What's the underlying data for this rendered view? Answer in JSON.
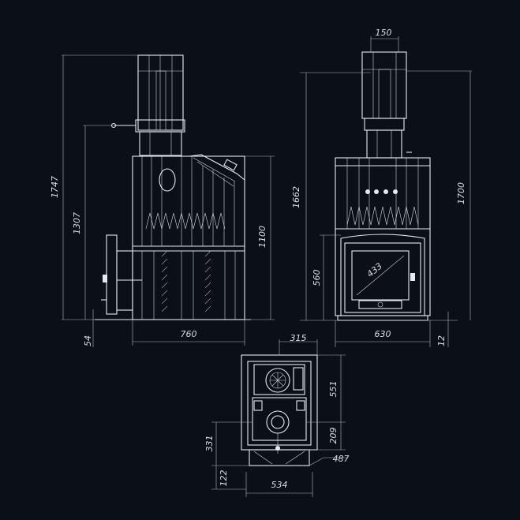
{
  "colors": {
    "background": "#0b0f17",
    "line": "#e6eaf0",
    "dimension": "#aeb6c2"
  },
  "side_view": {
    "height_total": "1747",
    "height_door": "1307",
    "height_body": "1100",
    "base_offset": "54",
    "width": "760"
  },
  "front_view": {
    "chimney_width": "150",
    "height_1662": "1662",
    "height_1700": "1700",
    "door_height": "560",
    "glass_diag": "433",
    "width": "630",
    "foot": "12"
  },
  "plan_view": {
    "top_width": "315",
    "depth_551": "551",
    "offset_209": "209",
    "offset_331": "331",
    "foot_487": "487",
    "offset_122": "122",
    "width_534": "534"
  }
}
